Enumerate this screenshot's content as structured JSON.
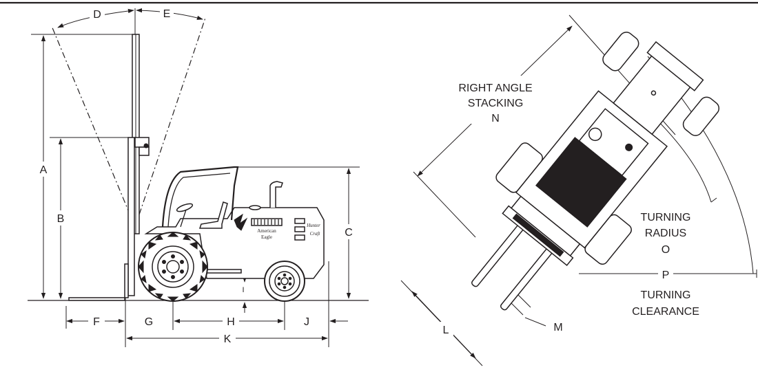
{
  "labels": {
    "A": "A",
    "B": "B",
    "C": "C",
    "D": "D",
    "E": "E",
    "F": "F",
    "G": "G",
    "H": "H",
    "I": "I",
    "J": "J",
    "K": "K",
    "L": "L",
    "M": "M",
    "O": "O",
    "P": "P",
    "N": "N"
  },
  "captions": {
    "right_angle_stacking_line1": "RIGHT ANGLE",
    "right_angle_stacking_line2": "STACKING",
    "turning_radius_line1": "TURNING",
    "turning_radius_line2": "RADIUS",
    "turning_clearance_line1": "TURNING",
    "turning_clearance_line2": "CLEARANCE"
  },
  "decal": {
    "brand_line1": "American",
    "brand_line2": "Eagle",
    "maker_line1": "Hunter",
    "maker_line2": "Craft"
  }
}
